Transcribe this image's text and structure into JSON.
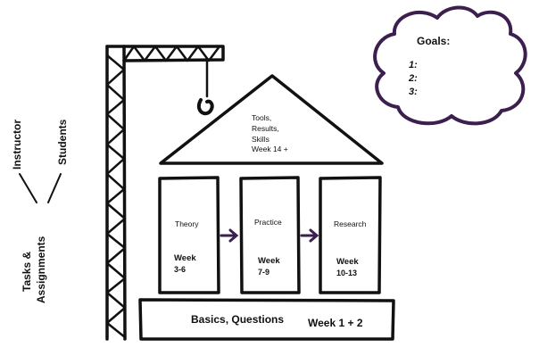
{
  "roof": {
    "line1": "Tools,",
    "line2": "Results,",
    "line3": "Skills",
    "line4": "Week 14 +"
  },
  "pillars": [
    {
      "title": "Theory",
      "week_label": "Week",
      "week_range": "3-6"
    },
    {
      "title": "Practice",
      "week_label": "Week",
      "week_range": "7-9"
    },
    {
      "title": "Research",
      "week_label": "Week",
      "week_range": "10-13"
    }
  ],
  "foundation": {
    "label": "Basics, Questions",
    "weeks": "Week 1 + 2"
  },
  "goals": {
    "title": "Goals:",
    "items": [
      "1:",
      "2:",
      "3:"
    ]
  },
  "side_labels": {
    "instructor": "Instructor",
    "students": "Students",
    "tasks": "Tasks &",
    "assignments": "Assignments"
  },
  "colors": {
    "ink": "#111111",
    "accent": "#3c1f4f"
  }
}
